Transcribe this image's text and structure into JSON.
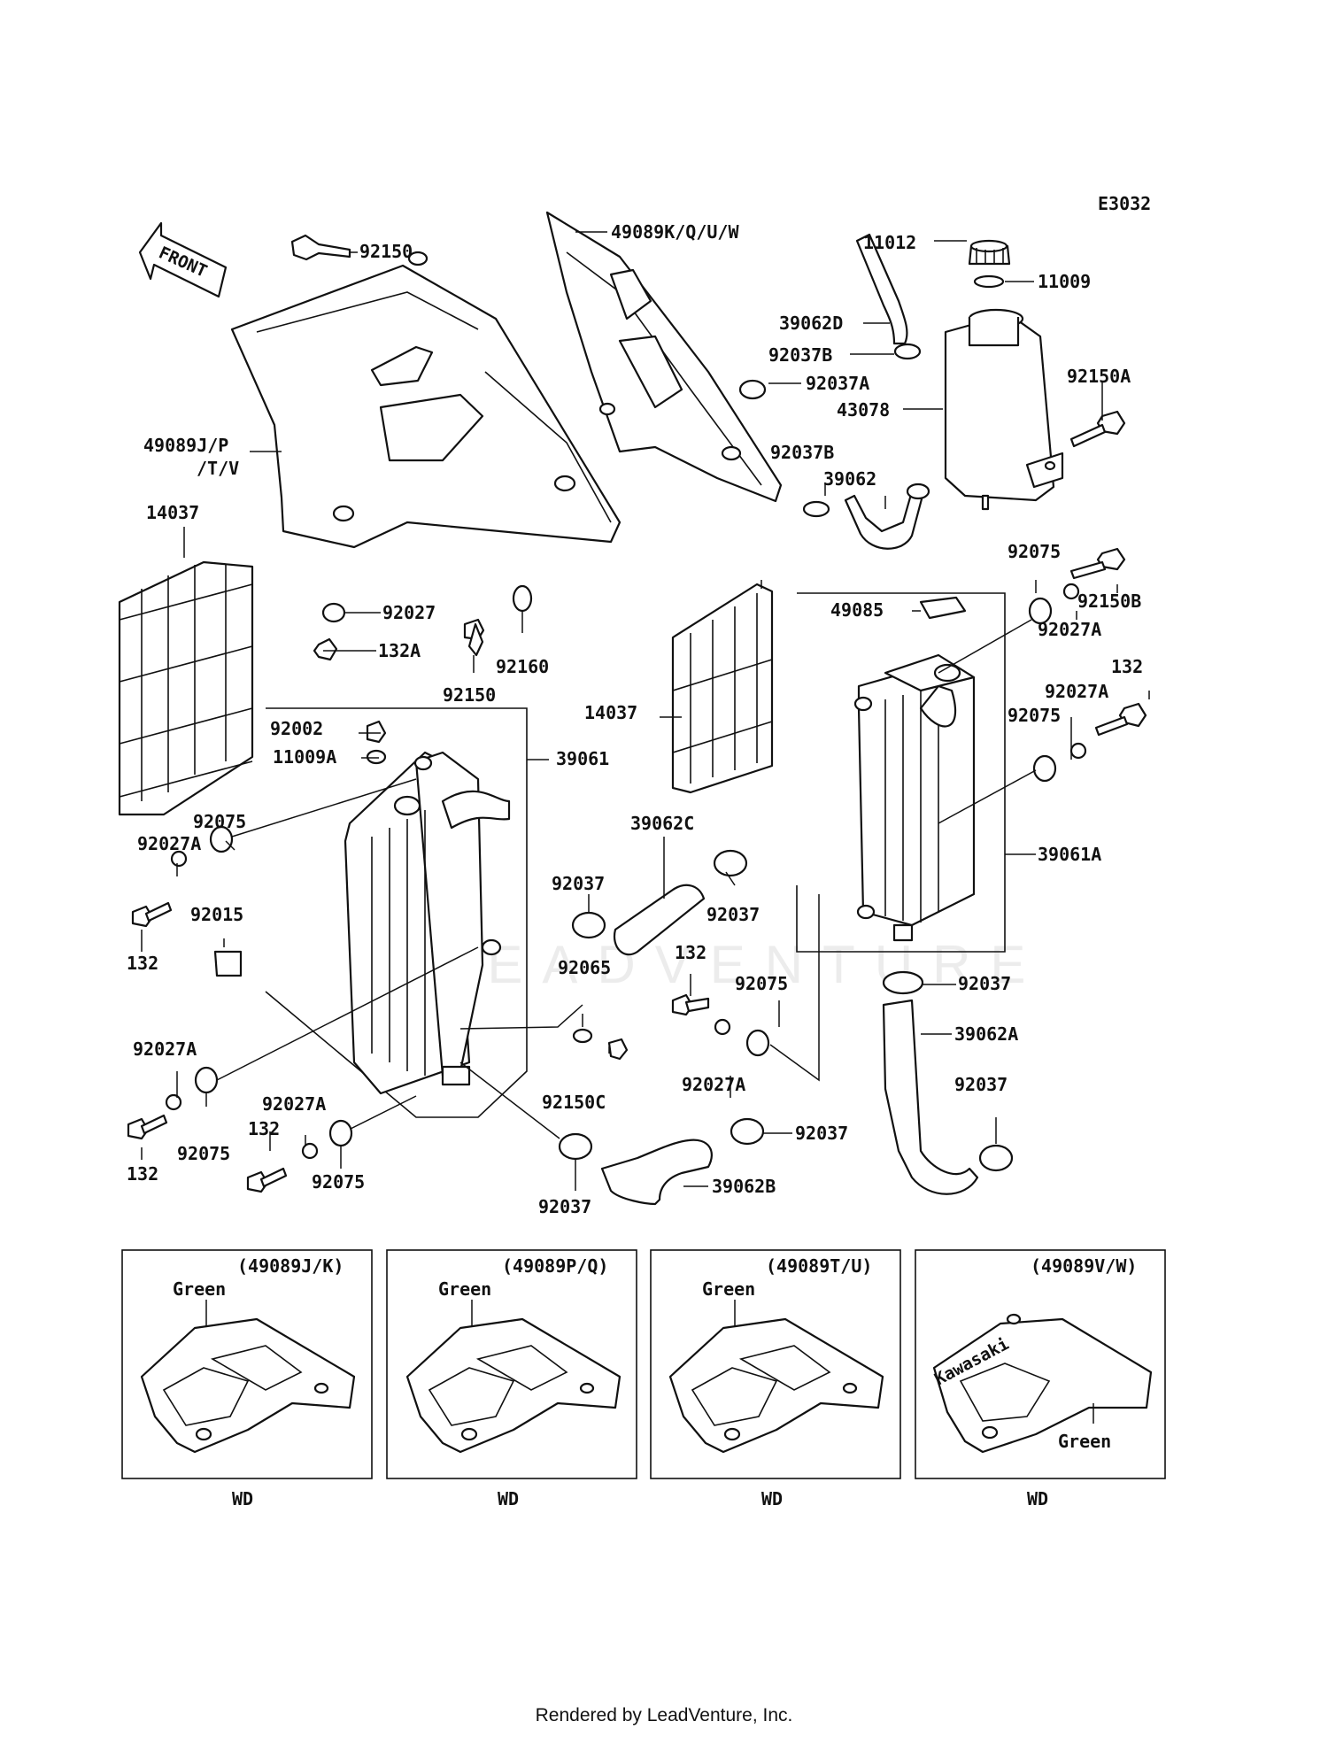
{
  "diagram_code": "E3032",
  "front_label": "FRONT",
  "footer": "Rendered by LeadVenture, Inc.",
  "part_numbers": {
    "p92150_top": "92150",
    "p49089kquw": "49089K/Q/U/W",
    "p11012": "11012",
    "p11009": "11009",
    "p39062d": "39062D",
    "p92037b_a": "92037B",
    "p92037a": "92037A",
    "p43078": "43078",
    "p92150a": "92150A",
    "p49089jp": "49089J/P",
    "p49089tv": "/T/V",
    "p92037b_b": "92037B",
    "p39062": "39062",
    "p14037_l": "14037",
    "p92075_tr": "92075",
    "p92150b": "92150B",
    "p92027_top": "92027",
    "p132a": "132A",
    "p92160": "92160",
    "p92150_mid": "92150",
    "p49085": "49085",
    "p92027a_tr": "92027A",
    "p132_tr": "132",
    "p92002": "92002",
    "p11009a": "11009A",
    "p39061": "39061",
    "p14037_m": "14037",
    "p92027a_r2": "92027A",
    "p92075_r2": "92075",
    "p92075_l": "92075",
    "p92027a_l": "92027A",
    "p39062c": "39062C",
    "p92037_m1": "92037",
    "p92037_m2": "92037",
    "p92015": "92015",
    "p132_l": "132",
    "p39061a": "39061A",
    "p132_m": "132",
    "p92065": "92065",
    "p92075_m": "92075",
    "p92037_r1": "92037",
    "p92027a_bl": "92027A",
    "p39062a": "39062A",
    "p92027a_bl2": "92027A",
    "p132_bl2": "132",
    "p92150c": "92150C",
    "p92027a_m": "92027A",
    "p92037_r2": "92037",
    "p92037_m3": "92037",
    "p132_bl": "132",
    "p92075_bl": "92075",
    "p92075_bl2": "92075",
    "p92037_b": "92037",
    "p39062b": "39062B"
  },
  "variants": [
    {
      "code": "(49089J/K)",
      "color": "Green",
      "wd": "WD"
    },
    {
      "code": "(49089P/Q)",
      "color": "Green",
      "wd": "WD"
    },
    {
      "code": "(49089T/U)",
      "color": "Green",
      "wd": "WD"
    },
    {
      "code": "(49089V/W)",
      "color": "Green",
      "wd": "WD",
      "brand": "Kawasaki"
    }
  ],
  "watermark": "LEADVENTURE"
}
